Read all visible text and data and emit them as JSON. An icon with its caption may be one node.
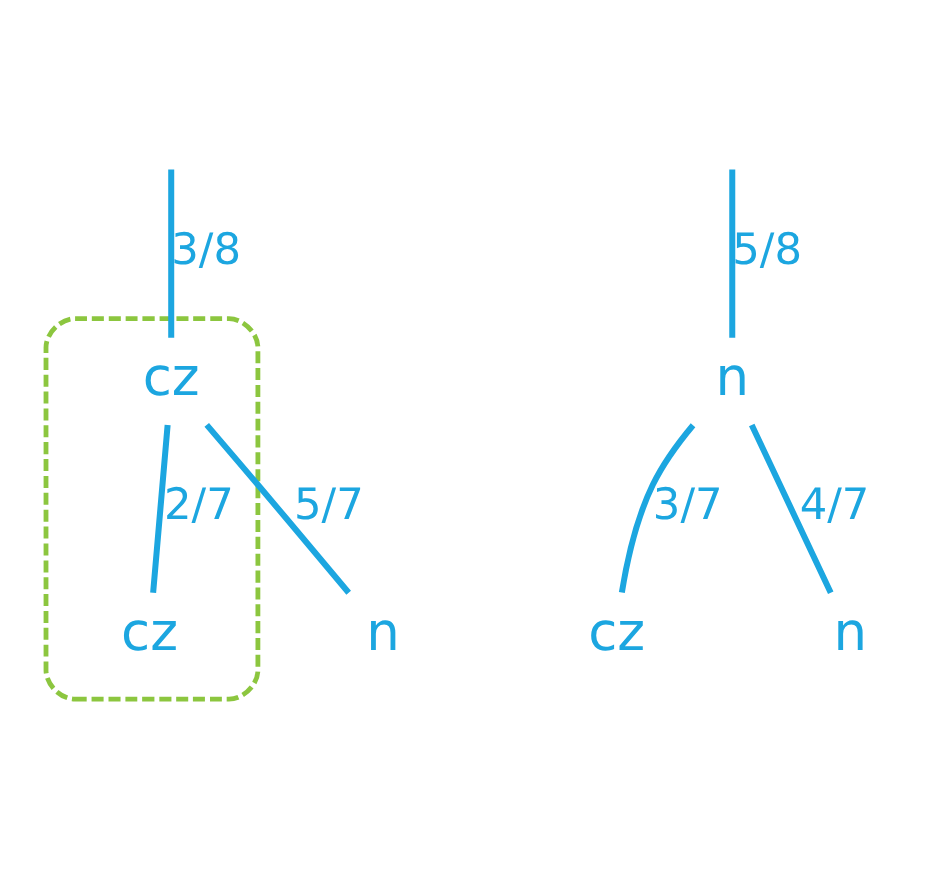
{
  "diagram": {
    "nodes": [
      {
        "text": [],
        "shape": "ellipse"
      },
      {
        "text": [
          "cz"
        ],
        "in": 0
      },
      {
        "text": [
          "n"
        ]
      },
      {
        "text": [
          "cz"
        ],
        "in": 0
      },
      {
        "text": [
          "n"
        ]
      },
      {
        "text": [
          "cz"
        ]
      },
      {
        "text": [
          "n"
        ]
      }
    ],
    "edges": [
      {
        "from": null,
        "to": 1,
        "arrow": "none",
        "label": "3/8"
      },
      {
        "from": null,
        "to": 2,
        "arrow": "none",
        "label": "5/8"
      },
      {
        "from": 1,
        "to": 3,
        "arrow": "none",
        "label": "2/7"
      },
      {
        "from": 1,
        "to": 4,
        "arrow": "none",
        "label": "5/7"
      },
      {
        "from": 2,
        "to": 5,
        "arrow": "none",
        "label": "3/7"
      },
      {
        "from": 2,
        "to": 6,
        "arrow": "none",
        "label": "4/7"
      }
    ]
  }
}
